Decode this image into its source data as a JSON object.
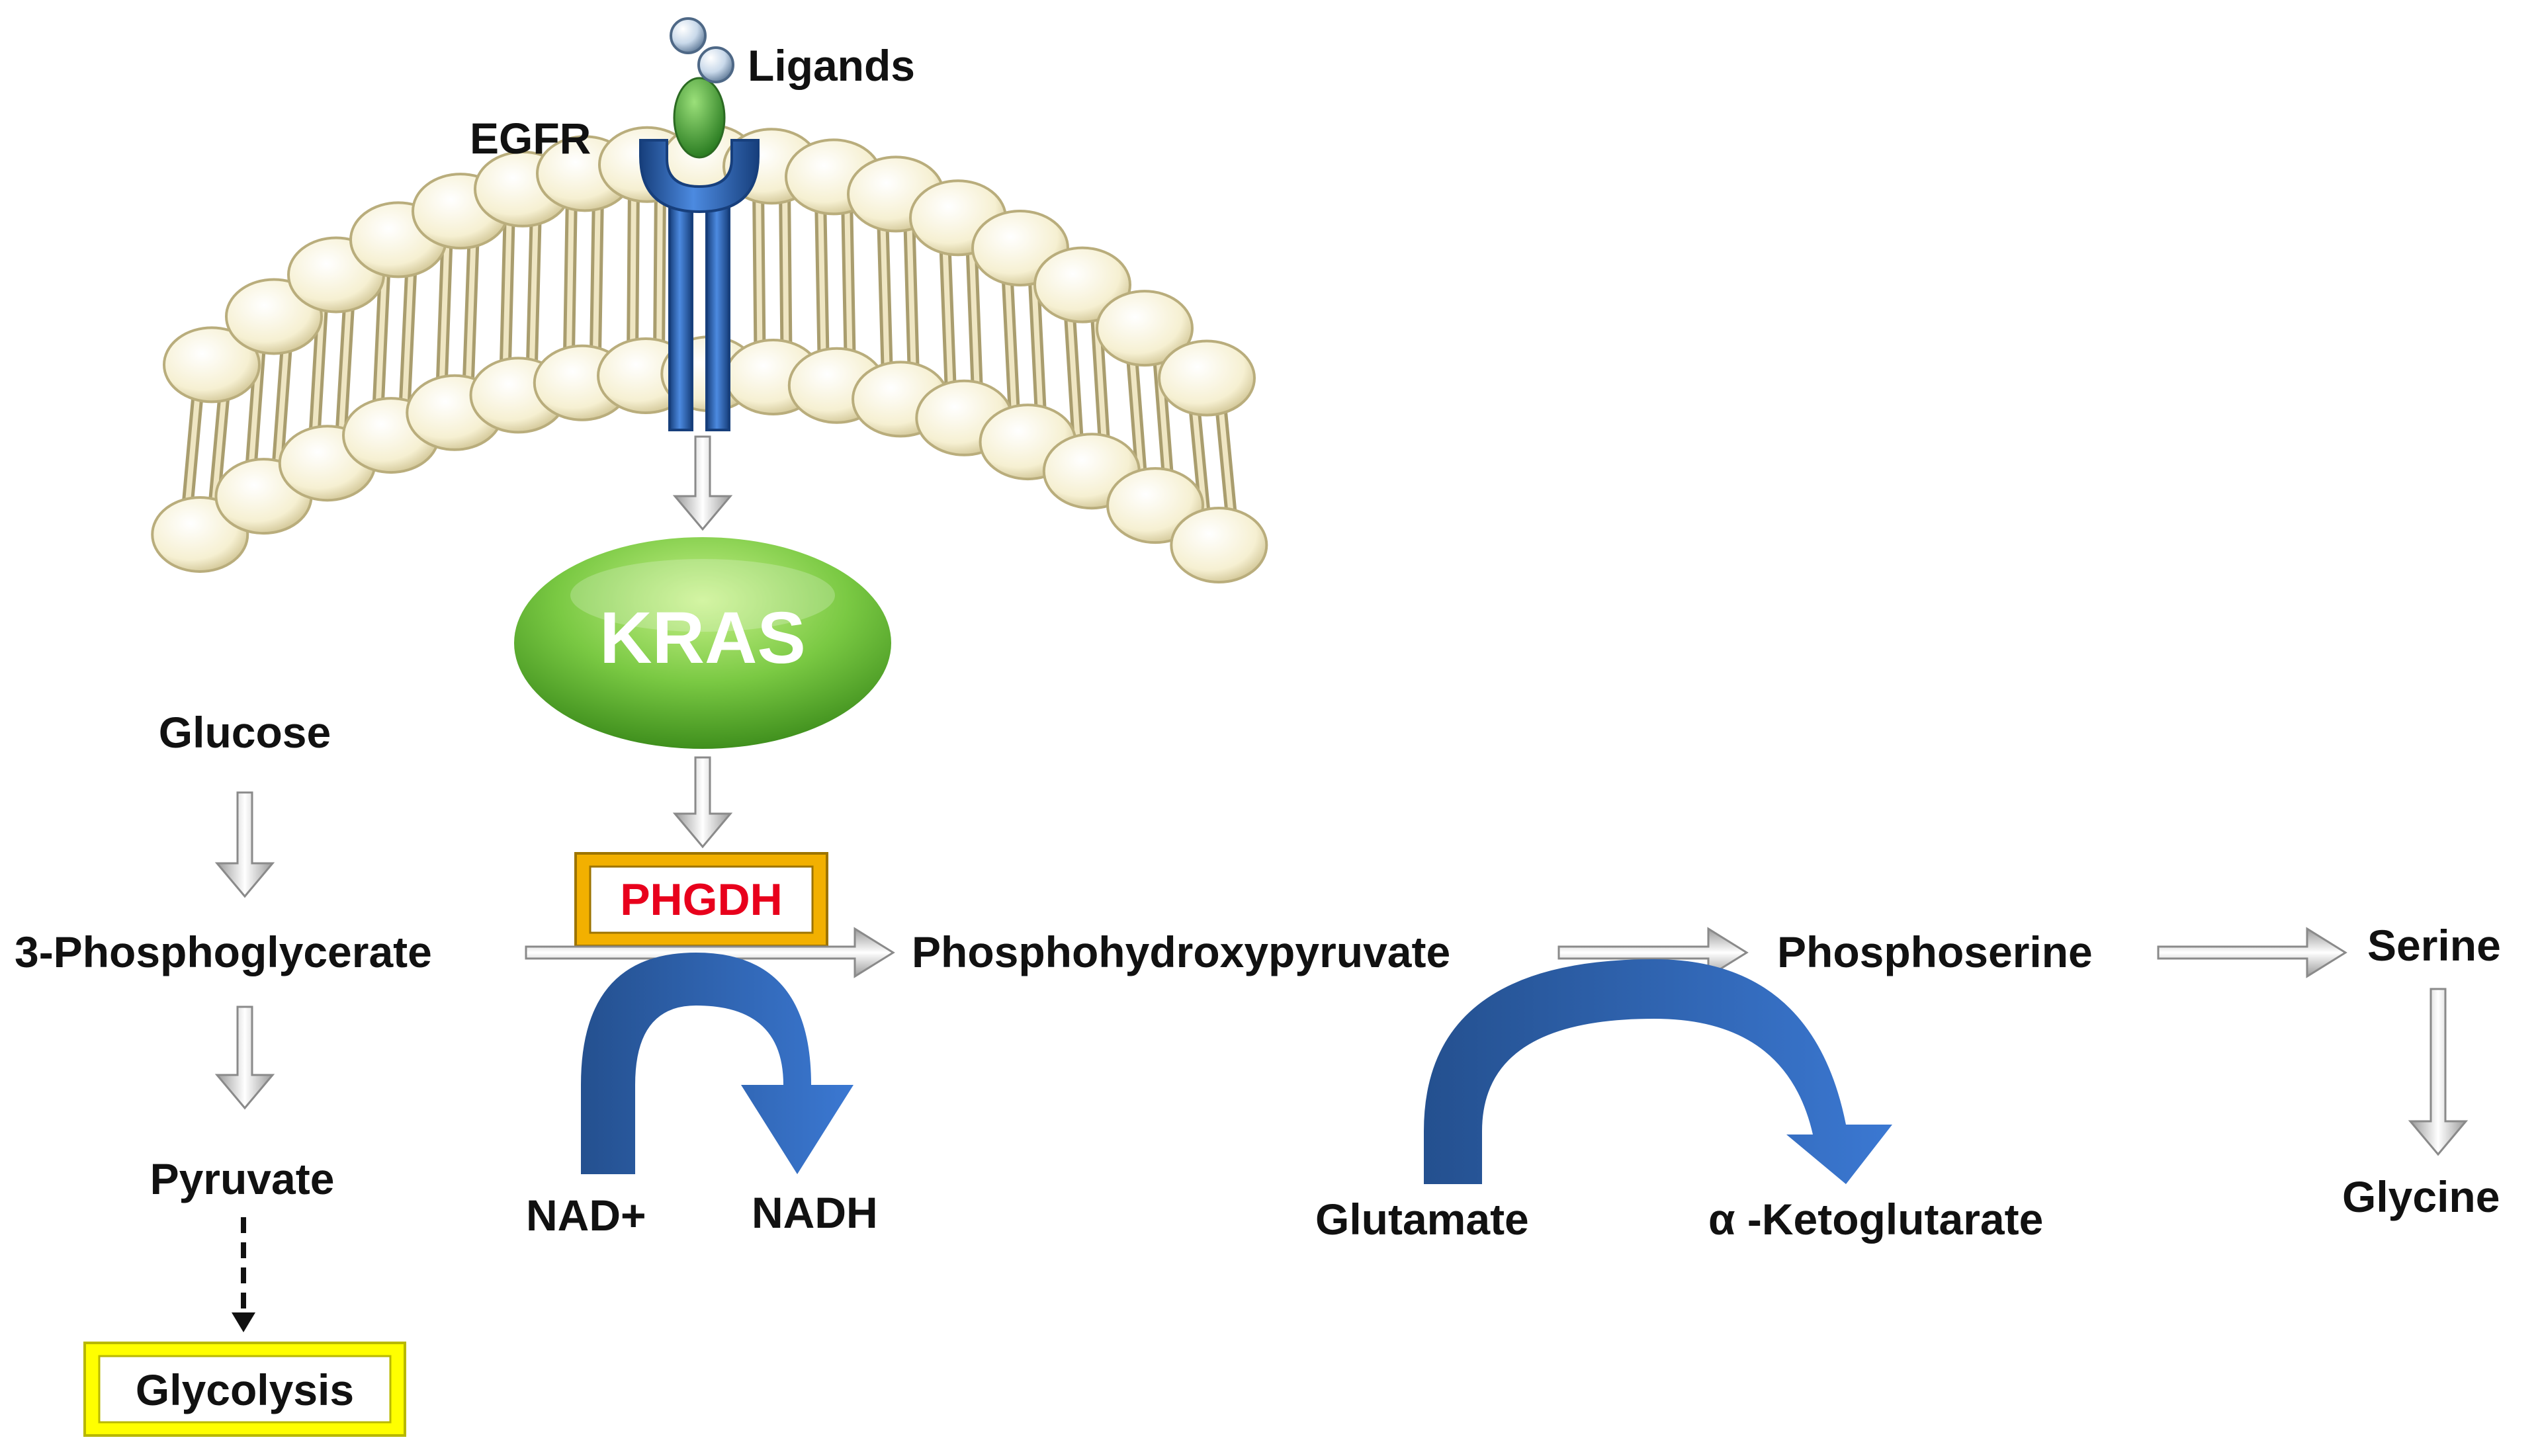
{
  "labels": {
    "ligands": "Ligands",
    "egfr": "EGFR",
    "kras": "KRAS",
    "phgdh": "PHGDH",
    "glucose": "Glucose",
    "three_pg": "3-Phosphoglycerate",
    "pyruvate": "Pyruvate",
    "glycolysis": "Glycolysis",
    "php": "Phosphohydroxypyruvate",
    "phosphoserine": "Phosphoserine",
    "serine": "Serine",
    "glycine": "Glycine",
    "nad": "NAD+",
    "nadh": "NADH",
    "glutamate": "Glutamate",
    "akg": "α -Ketoglutarate"
  },
  "colors": {
    "lipid_head": "#f6f0d2",
    "lipid_tail": "#d8cfa6",
    "receptor": "#2f6fc0",
    "kras": "#7ac943",
    "ligand_green": "#3d9a32",
    "phgdh_text": "#e8001c",
    "phgdh_border": "#d9a000",
    "glycolysis_fill": "#ffff00",
    "curved_arrow": "#2f64b5",
    "flow_arrow": "#c8c8c8"
  }
}
